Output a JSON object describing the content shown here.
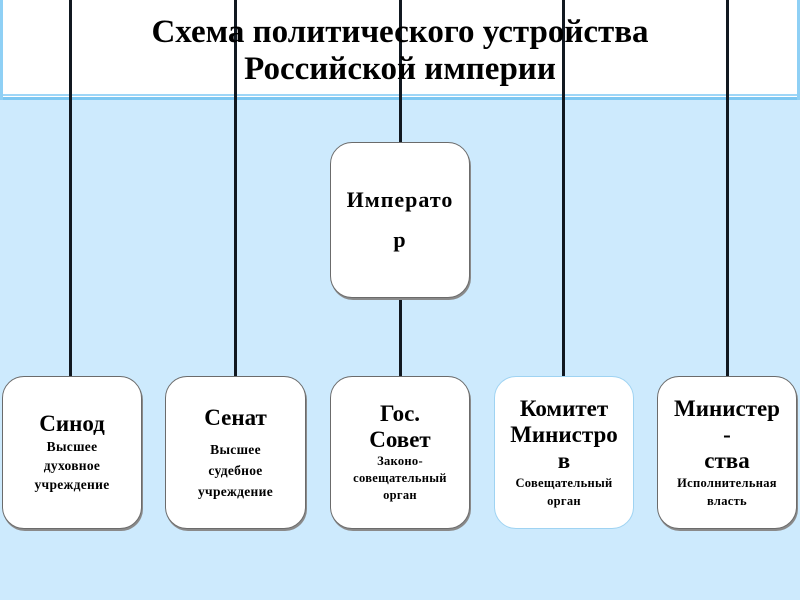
{
  "title": {
    "line1": "Схема политического устройства",
    "line2": "Российской империи"
  },
  "colors": {
    "background": "#cdeafd",
    "box_fill": "#ffffff",
    "box_border": "#6b6b6b",
    "highlight_border": "#9fd3f2",
    "connector": "#111820"
  },
  "emperor": {
    "name_line1": "Императо",
    "name_line2": "р"
  },
  "bodies": [
    {
      "name_lines": [
        "Синод"
      ],
      "desc_lines": [
        "Высшее",
        "духовное",
        "учреждение"
      ]
    },
    {
      "name_lines": [
        "Сенат"
      ],
      "desc_lines": [
        "Высшее",
        "судебное",
        "учреждение"
      ]
    },
    {
      "name_lines": [
        "Гос.",
        "Совет"
      ],
      "desc_lines": [
        "Законо-",
        "совещательный",
        "орган"
      ]
    },
    {
      "name_lines": [
        "Комитет",
        "Министро",
        "в"
      ],
      "desc_lines": [
        "Совещательный",
        "орган"
      ]
    },
    {
      "name_lines": [
        "Министер",
        "-",
        "ства"
      ],
      "desc_lines": [
        "Исполнительная",
        "власть"
      ]
    }
  ]
}
